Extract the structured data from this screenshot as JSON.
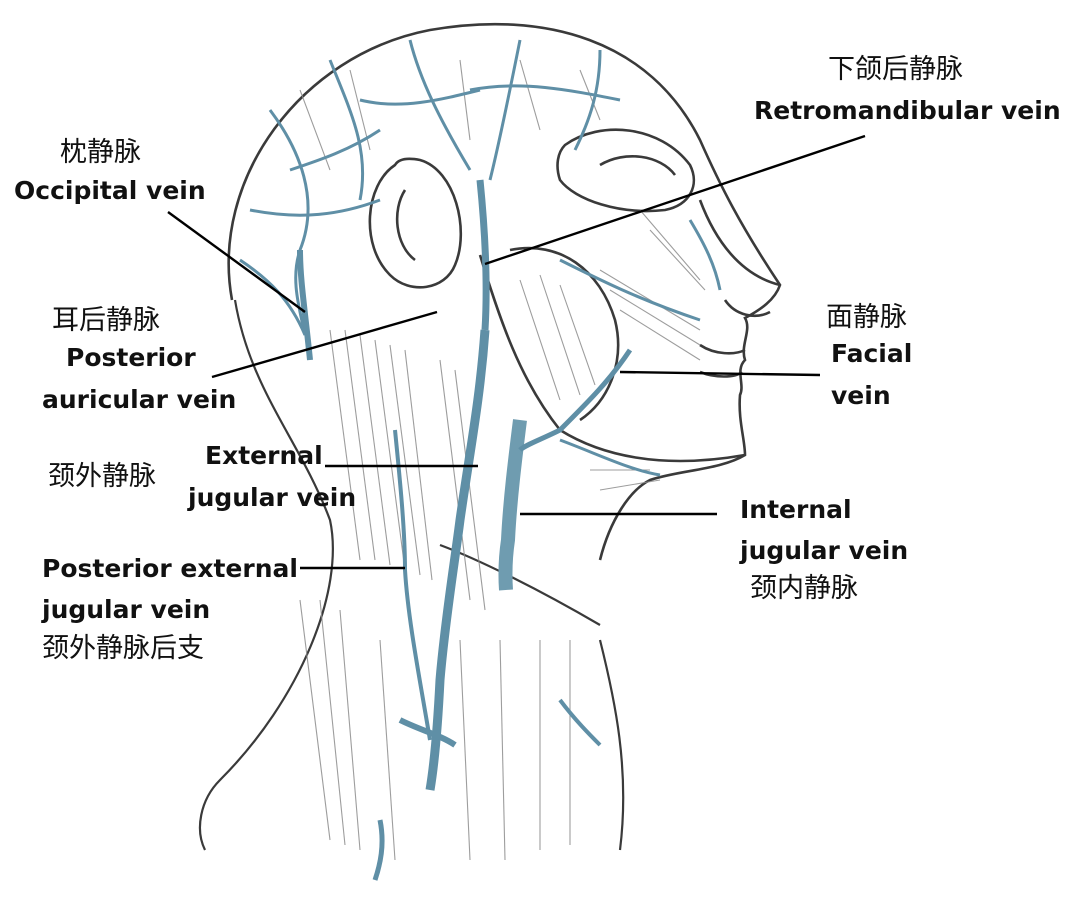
{
  "labels": {
    "occipital": {
      "zh": "枕静脉",
      "en": "Occipital vein"
    },
    "posterior_auricular": {
      "zh": "耳后静脉",
      "en_line1": "Posterior",
      "en_line2": "auricular vein"
    },
    "external_jugular": {
      "zh": "颈外静脉",
      "en_line1": "External",
      "en_line2": "jugular vein"
    },
    "posterior_external_jugular": {
      "en_line1": "Posterior external",
      "en_line2": "jugular vein",
      "zh": "颈外静脉后支"
    },
    "retromandibular": {
      "zh": "下颌后静脉",
      "en": "Retromandibular vein"
    },
    "facial": {
      "zh": "面静脉",
      "en_line1": "Facial",
      "en_line2": "vein"
    },
    "internal_jugular": {
      "en_line1": "Internal",
      "en_line2": "jugular vein",
      "zh": "颈内静脉"
    }
  },
  "colors": {
    "vein": "#5f8fa6",
    "line_art": "#3a3a3a",
    "shading": "#8c8c8c",
    "leader": "#000000",
    "label_text": "#111111"
  }
}
